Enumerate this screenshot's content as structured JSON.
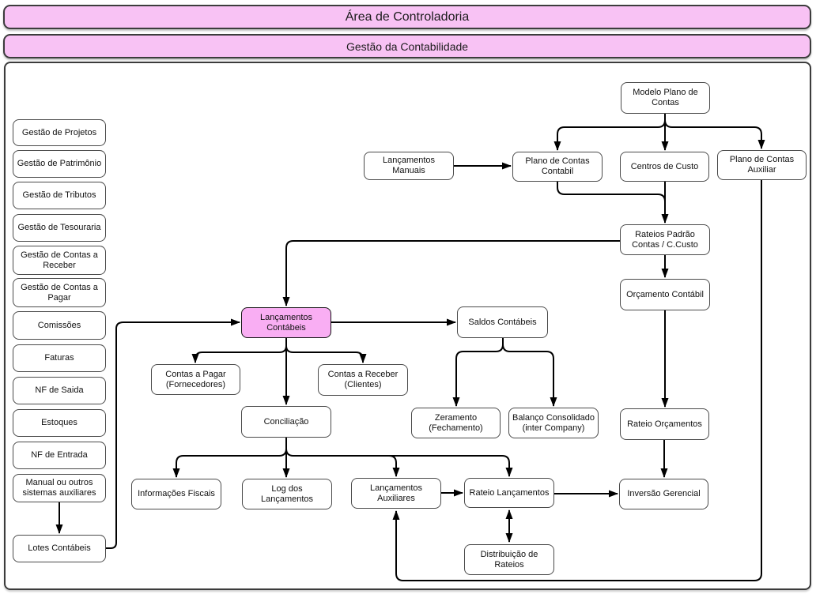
{
  "header": {
    "title": "Área de Controladoria",
    "subtitle": "Gestão da Contabilidade"
  },
  "colors": {
    "header_fill": "#f8c2f4",
    "node_fill": "#ffffff",
    "highlight_node_fill": "#f9aef3",
    "node_border": "#4a4a4a",
    "arrow": "#000000"
  },
  "diagram": {
    "source_modules": {
      "gestao_projetos": "Gestão de Projetos",
      "gestao_patrimonio": "Gestão de Patrimônio",
      "gestao_tributos": "Gestão de Tributos",
      "gestao_tesouraria": "Gestão de Tesouraria",
      "gestao_contas_receber": "Gestão de Contas a Receber",
      "gestao_contas_pagar": "Gestão de Contas a Pagar",
      "comissoes": "Comissões",
      "faturas": "Faturas",
      "nf_saida": "NF de Saida",
      "estoques": "Estoques",
      "nf_entrada": "NF de Entrada",
      "manual_outros": "Manual ou outros sistemas auxiliares",
      "lotes_contabeis": "Lotes Contábeis"
    },
    "flow_nodes": {
      "modelo_plano_contas": "Modelo Plano de Contas",
      "lancamentos_manuais": "Lançamentos Manuais",
      "plano_contas_contabil": "Plano de Contas Contabil",
      "centros_custo": "Centros de Custo",
      "plano_contas_auxiliar": "Plano de Contas Auxiliar",
      "rateios_padrao": "Rateios Padrão Contas / C.Custo",
      "orcamento_contabil": "Orçamento Contábil",
      "lancamentos_contabeis": "Lançamentos Contábeis",
      "saldos_contabeis": "Saldos Contábeis",
      "contas_pagar": "Contas a Pagar (Fornecedores)",
      "contas_receber": "Contas a Receber (Clientes)",
      "conciliacao": "Conciliação",
      "zeramento": "Zeramento (Fechamento)",
      "balanco_consolidado": "Balanço Consolidado (inter Company)",
      "rateio_orcamentos": "Rateio Orçamentos",
      "informacoes_fiscais": "Informações Fiscais",
      "log_lancamentos": "Log dos Lançamentos",
      "lancamentos_auxiliares": "Lançamentos Auxiliares",
      "rateio_lancamentos": "Rateio Lançamentos",
      "inversao_gerencial": "Inversão Gerencial",
      "distribuicao_rateios": "Distribuição de Rateios"
    },
    "edges": [
      {
        "from": "modelo_plano_contas",
        "to": "plano_contas_contabil"
      },
      {
        "from": "modelo_plano_contas",
        "to": "centros_custo"
      },
      {
        "from": "modelo_plano_contas",
        "to": "plano_contas_auxiliar"
      },
      {
        "from": "lancamentos_manuais",
        "to": "plano_contas_contabil"
      },
      {
        "from": "plano_contas_contabil",
        "to": "rateios_padrao"
      },
      {
        "from": "centros_custo",
        "to": "rateios_padrao"
      },
      {
        "from": "rateios_padrao",
        "to": "lancamentos_contabeis"
      },
      {
        "from": "rateios_padrao",
        "to": "orcamento_contabil"
      },
      {
        "from": "orcamento_contabil",
        "to": "rateio_orcamentos"
      },
      {
        "from": "rateio_orcamentos",
        "to": "inversao_gerencial"
      },
      {
        "from": "manual_outros",
        "to": "lotes_contabeis"
      },
      {
        "from": "lotes_contabeis",
        "to": "lancamentos_contabeis"
      },
      {
        "from": "lancamentos_contabeis",
        "to": "saldos_contabeis"
      },
      {
        "from": "lancamentos_contabeis",
        "to": "contas_pagar"
      },
      {
        "from": "lancamentos_contabeis",
        "to": "contas_receber"
      },
      {
        "from": "lancamentos_contabeis",
        "to": "conciliacao"
      },
      {
        "from": "saldos_contabeis",
        "to": "zeramento"
      },
      {
        "from": "saldos_contabeis",
        "to": "balanco_consolidado"
      },
      {
        "from": "conciliacao",
        "to": "informacoes_fiscais"
      },
      {
        "from": "conciliacao",
        "to": "log_lancamentos"
      },
      {
        "from": "conciliacao",
        "to": "lancamentos_auxiliares"
      },
      {
        "from": "conciliacao",
        "to": "rateio_lancamentos"
      },
      {
        "from": "lancamentos_auxiliares",
        "to": "rateio_lancamentos"
      },
      {
        "from": "rateio_lancamentos",
        "to": "inversao_gerencial"
      },
      {
        "from": "rateio_lancamentos",
        "to": "distribuicao_rateios",
        "bidirectional": true
      },
      {
        "from": "plano_contas_auxiliar",
        "to": "lancamentos_auxiliares"
      }
    ]
  }
}
